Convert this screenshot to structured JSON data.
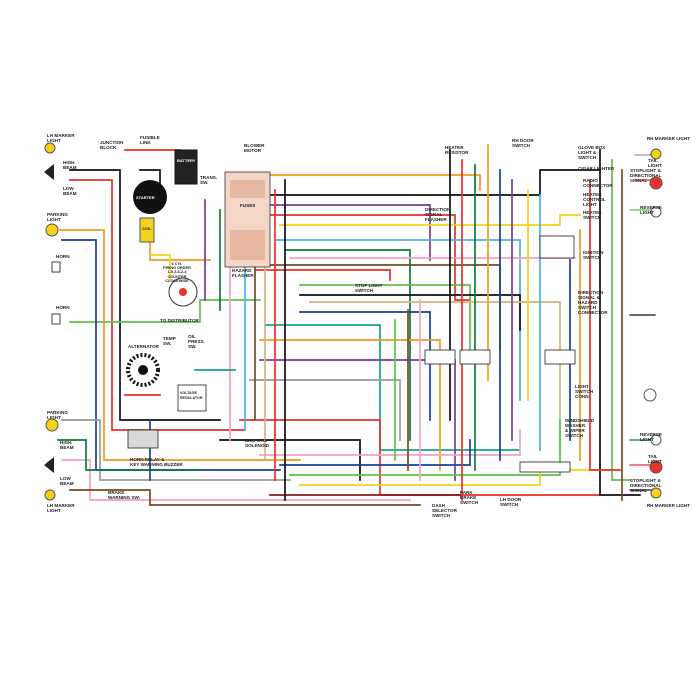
{
  "labels": {
    "marker_light_lh_top": "LH MARKER\nLIGHT",
    "high_beam_lh_top": "HIGH\nBEAM",
    "low_beam_lh_top": "LOW\nBEAM",
    "parking_light_lh_top": "PARKING\nLIGHT",
    "horn_top": "HORN",
    "horn_bottom": "HORN",
    "parking_light_lh_bottom": "PARKING\nLIGHT",
    "high_beam_lh_bottom": "HIGH\nBEAM",
    "low_beam_lh_bottom": "LOW\nBEAM",
    "marker_light_lh_bottom": "LH MARKER\nLIGHT",
    "junction_block": "JUNCTION\nBLOCK",
    "fusible_link": "FUSIBLE\nLINK",
    "battery": "BATTERY",
    "starter": "STARTER",
    "coil": "COIL",
    "trans_sw": "TRANS.\nSW.",
    "ignition_dist": "6 CYL\nFIRING ORDER\n1-5-3-6-2-4\nCOUNTER\nCLOCKWISE",
    "to_distributor": "TO DISTRIBUTOR",
    "temp_sw": "TEMP\nSW.",
    "oil_press_sw": "OIL\nPRESS.\nSW.",
    "alternator": "ALTERNATOR",
    "voltage_regulator": "VOLTAGE\nREGULATOR",
    "horn_relay": "HORN RELAY &\nKEY WARNING BUZZER",
    "brake_warning_sw": "BRAKE\nWARNING SW.",
    "blower_motor": "BLOWER\nMOTOR",
    "fuses": "FUSES",
    "hazard_flasher": "HAZARD\nFLASHER",
    "idle_stop_solenoid": "IDLE STOP\nSOLENOID",
    "stop_light_switch": "STOP LIGHT\nSWITCH",
    "heater_resistor": "HEATER\nRESISTOR",
    "rh_door_switch": "RH DOOR\nSWITCH",
    "direction_signal_flasher": "DIRECTION\nSIGNAL\nFLASHER",
    "glove_box_light": "GLOVE BOX\nLIGHT &\nSWITCH",
    "cigar_lighter": "CIGAR LIGHTER",
    "radio_connector": "RADIO\nCONNECTOR",
    "heater_control_light": "HEATER\nCONTROL\nLIGHT",
    "heater_switch": "HEATER\nSWITCH",
    "ignition_switch": "IGNITION\nSWITCH",
    "direction_signal_switch": "DIRECTION\nSIGNAL &\nHAZARD\nSWITCH\nCONNECTOR",
    "light_switch": "LIGHT\nSWITCH\nCONN.",
    "windshield_washer": "WINDSHIELD\nWASHER\n& WIPER\nSWITCH",
    "park_brake_switch": "PARK\nBRAKE\nSWITCH",
    "lh_door_switch": "LH DOOR\nSWITCH",
    "neutral_selector_switch": "DASH\nSELECTOR\nSWITCH",
    "rh_marker_light_top": "RH MARKER LIGHT",
    "tail_light_top": "TAIL\nLIGHT",
    "stoplight_top": "STOPLIGHT &\nDIRECTIONAL\nSIGNAL",
    "reverse_light_top": "REVERSE\nLIGHT",
    "reverse_light_bottom": "REVERSE\nLIGHT",
    "tail_light_bottom": "TAIL\nLIGHT",
    "stoplight_bottom": "STOPLIGHT &\nDIRECTIONAL\nSIGNAL",
    "rh_marker_light_bottom": "RH MARKER LIGHT"
  },
  "colors": {
    "red": "#e8312a",
    "dark_red": "#8b1a1a",
    "orange": "#f39a1e",
    "yellow": "#f2d21b",
    "light_green": "#5cc24a",
    "dark_green": "#0b7a3b",
    "light_blue": "#4fb0e6",
    "dark_blue": "#1b3f9a",
    "purple": "#7a3aa0",
    "pink": "#f2a3c4",
    "brown": "#7a4a1e",
    "tan": "#d9b27a",
    "black": "#111111",
    "gray": "#9a9a9a",
    "teal": "#17a38a"
  }
}
